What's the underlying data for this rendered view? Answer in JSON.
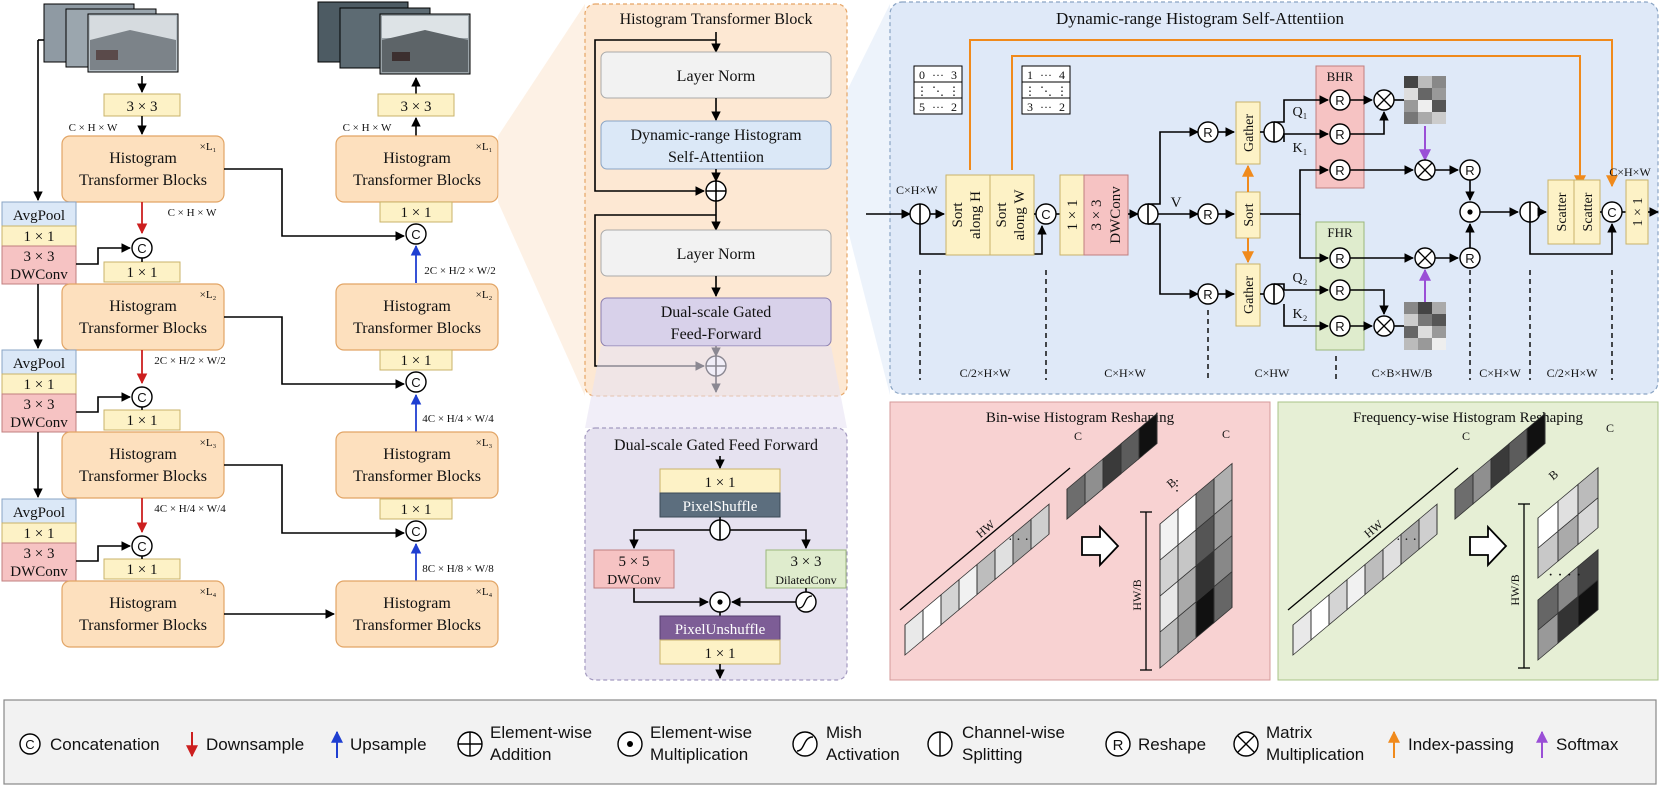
{
  "left": {
    "blocks_label": [
      "Histogram",
      "Transformer Blocks"
    ],
    "l_marks": [
      "×L₁",
      "×L₂",
      "×L₃",
      "×L₄"
    ],
    "conv3": "3 × 3",
    "conv1": "1 × 1",
    "avgpool": "AvgPool",
    "dwconv": "DWConv",
    "dims": [
      "C × H × W",
      "C × H × W",
      "2C × H/2 × W/2",
      "4C × H/4 × W/4",
      "8C × H/8 × W/8"
    ],
    "down_dims": [
      "C × H × W",
      "2C × H/2 × W/2",
      "4C × H/4 × W/4"
    ],
    "up_dims": [
      "2C × H/2 × W/2",
      "4C × H/4 × W/4",
      "8C × H/8 × W/8"
    ],
    "in_dim": "C × H × W",
    "out_dim": "C × H × W"
  },
  "htb": {
    "title": "Histogram Transformer Block",
    "layer_norm": "Layer Norm",
    "dhsa": [
      "Dynamic-range Histogram",
      "Self-Attentiion"
    ],
    "dgff": [
      "Dual-scale Gated",
      "Feed-Forward"
    ]
  },
  "dgff_panel": {
    "title": "Dual-scale Gated Feed Forward",
    "conv1": "1 × 1",
    "pixelshuffle": "PixelShuffle",
    "conv5": "5 × 5",
    "dwconv": "DWConv",
    "conv3": "3 × 3",
    "dilated": "DilatedConv",
    "pixelunshuffle": "PixelUnshuffle"
  },
  "dhsa_panel": {
    "title": "Dynamic-range Histogram Self-Attentiion",
    "in_dim": "C×H×W",
    "out_dim": "C×H×W",
    "sort_h": [
      "Sort",
      "along H"
    ],
    "sort_w": [
      "Sort",
      "along W"
    ],
    "conv": [
      "1 × 1",
      "3 × 3",
      "DWConv"
    ],
    "gather": "Gather",
    "sort": "Sort",
    "scatter": "Scatter",
    "bhr": "BHR",
    "fhr": "FHR",
    "v": "V",
    "q1": "Q₁",
    "k1": "K₁",
    "q2": "Q₂",
    "k2": "K₂",
    "c11": "1 × 1",
    "grid1": [
      [
        "0",
        "···",
        "3"
      ],
      [
        "⋮",
        "⋱",
        "⋮"
      ],
      [
        "5",
        "···",
        "2"
      ]
    ],
    "grid2": [
      [
        "1",
        "···",
        "4"
      ],
      [
        "⋮",
        "⋱",
        "⋮"
      ],
      [
        "3",
        "···",
        "2"
      ]
    ],
    "bottom_dims": [
      "C/2×H×W",
      "C×H×W",
      "C×HW",
      "C×B×HW/B",
      "C×H×W",
      "C/2×H×W"
    ]
  },
  "bhr_panel": {
    "title": "Bin-wise Histogram Reshaping",
    "hw": "HW",
    "c": "C",
    "b": "B",
    "hwb": "HW/B"
  },
  "fhr_panel": {
    "title": "Frequency-wise Histogram Reshaping",
    "hw": "HW",
    "c": "C",
    "b": "B",
    "hwb": "HW/B"
  },
  "legend": {
    "items": [
      {
        "icon": "concat-icon",
        "label": "Concatenation"
      },
      {
        "icon": "downsample-arrow-icon",
        "label": "Downsample"
      },
      {
        "icon": "upsample-arrow-icon",
        "label": "Upsample"
      },
      {
        "icon": "add-icon",
        "label": "Element-wise Addition"
      },
      {
        "icon": "multiply-icon",
        "label": "Element-wise Multiplication"
      },
      {
        "icon": "mish-icon",
        "label": "Mish Activation"
      },
      {
        "icon": "split-icon",
        "label": "Channel-wise Splitting"
      },
      {
        "icon": "reshape-icon",
        "label": "Reshape"
      },
      {
        "icon": "matmul-icon",
        "label": "Matrix Multiplication"
      },
      {
        "icon": "index-arrow-icon",
        "label": "Index-passing"
      },
      {
        "icon": "softmax-arrow-icon",
        "label": "Softmax"
      }
    ],
    "labels": {
      "concat": "Concatenation",
      "down": "Downsample",
      "up": "Upsample",
      "add": [
        "Element-wise",
        "Addition"
      ],
      "mult": [
        "Element-wise",
        "Multiplication"
      ],
      "mish": [
        "Mish",
        "Activation"
      ],
      "split": [
        "Channel-wise",
        "Splitting"
      ],
      "reshape": "Reshape",
      "matmul": [
        "Matrix",
        "Multiplication"
      ],
      "index": "Index-passing",
      "softmax": "Softmax"
    }
  },
  "colors": {
    "downsample": "#cc1f1f",
    "upsample": "#1f3fd1",
    "index": "#f08a1c",
    "softmax": "#9a4fd6"
  }
}
